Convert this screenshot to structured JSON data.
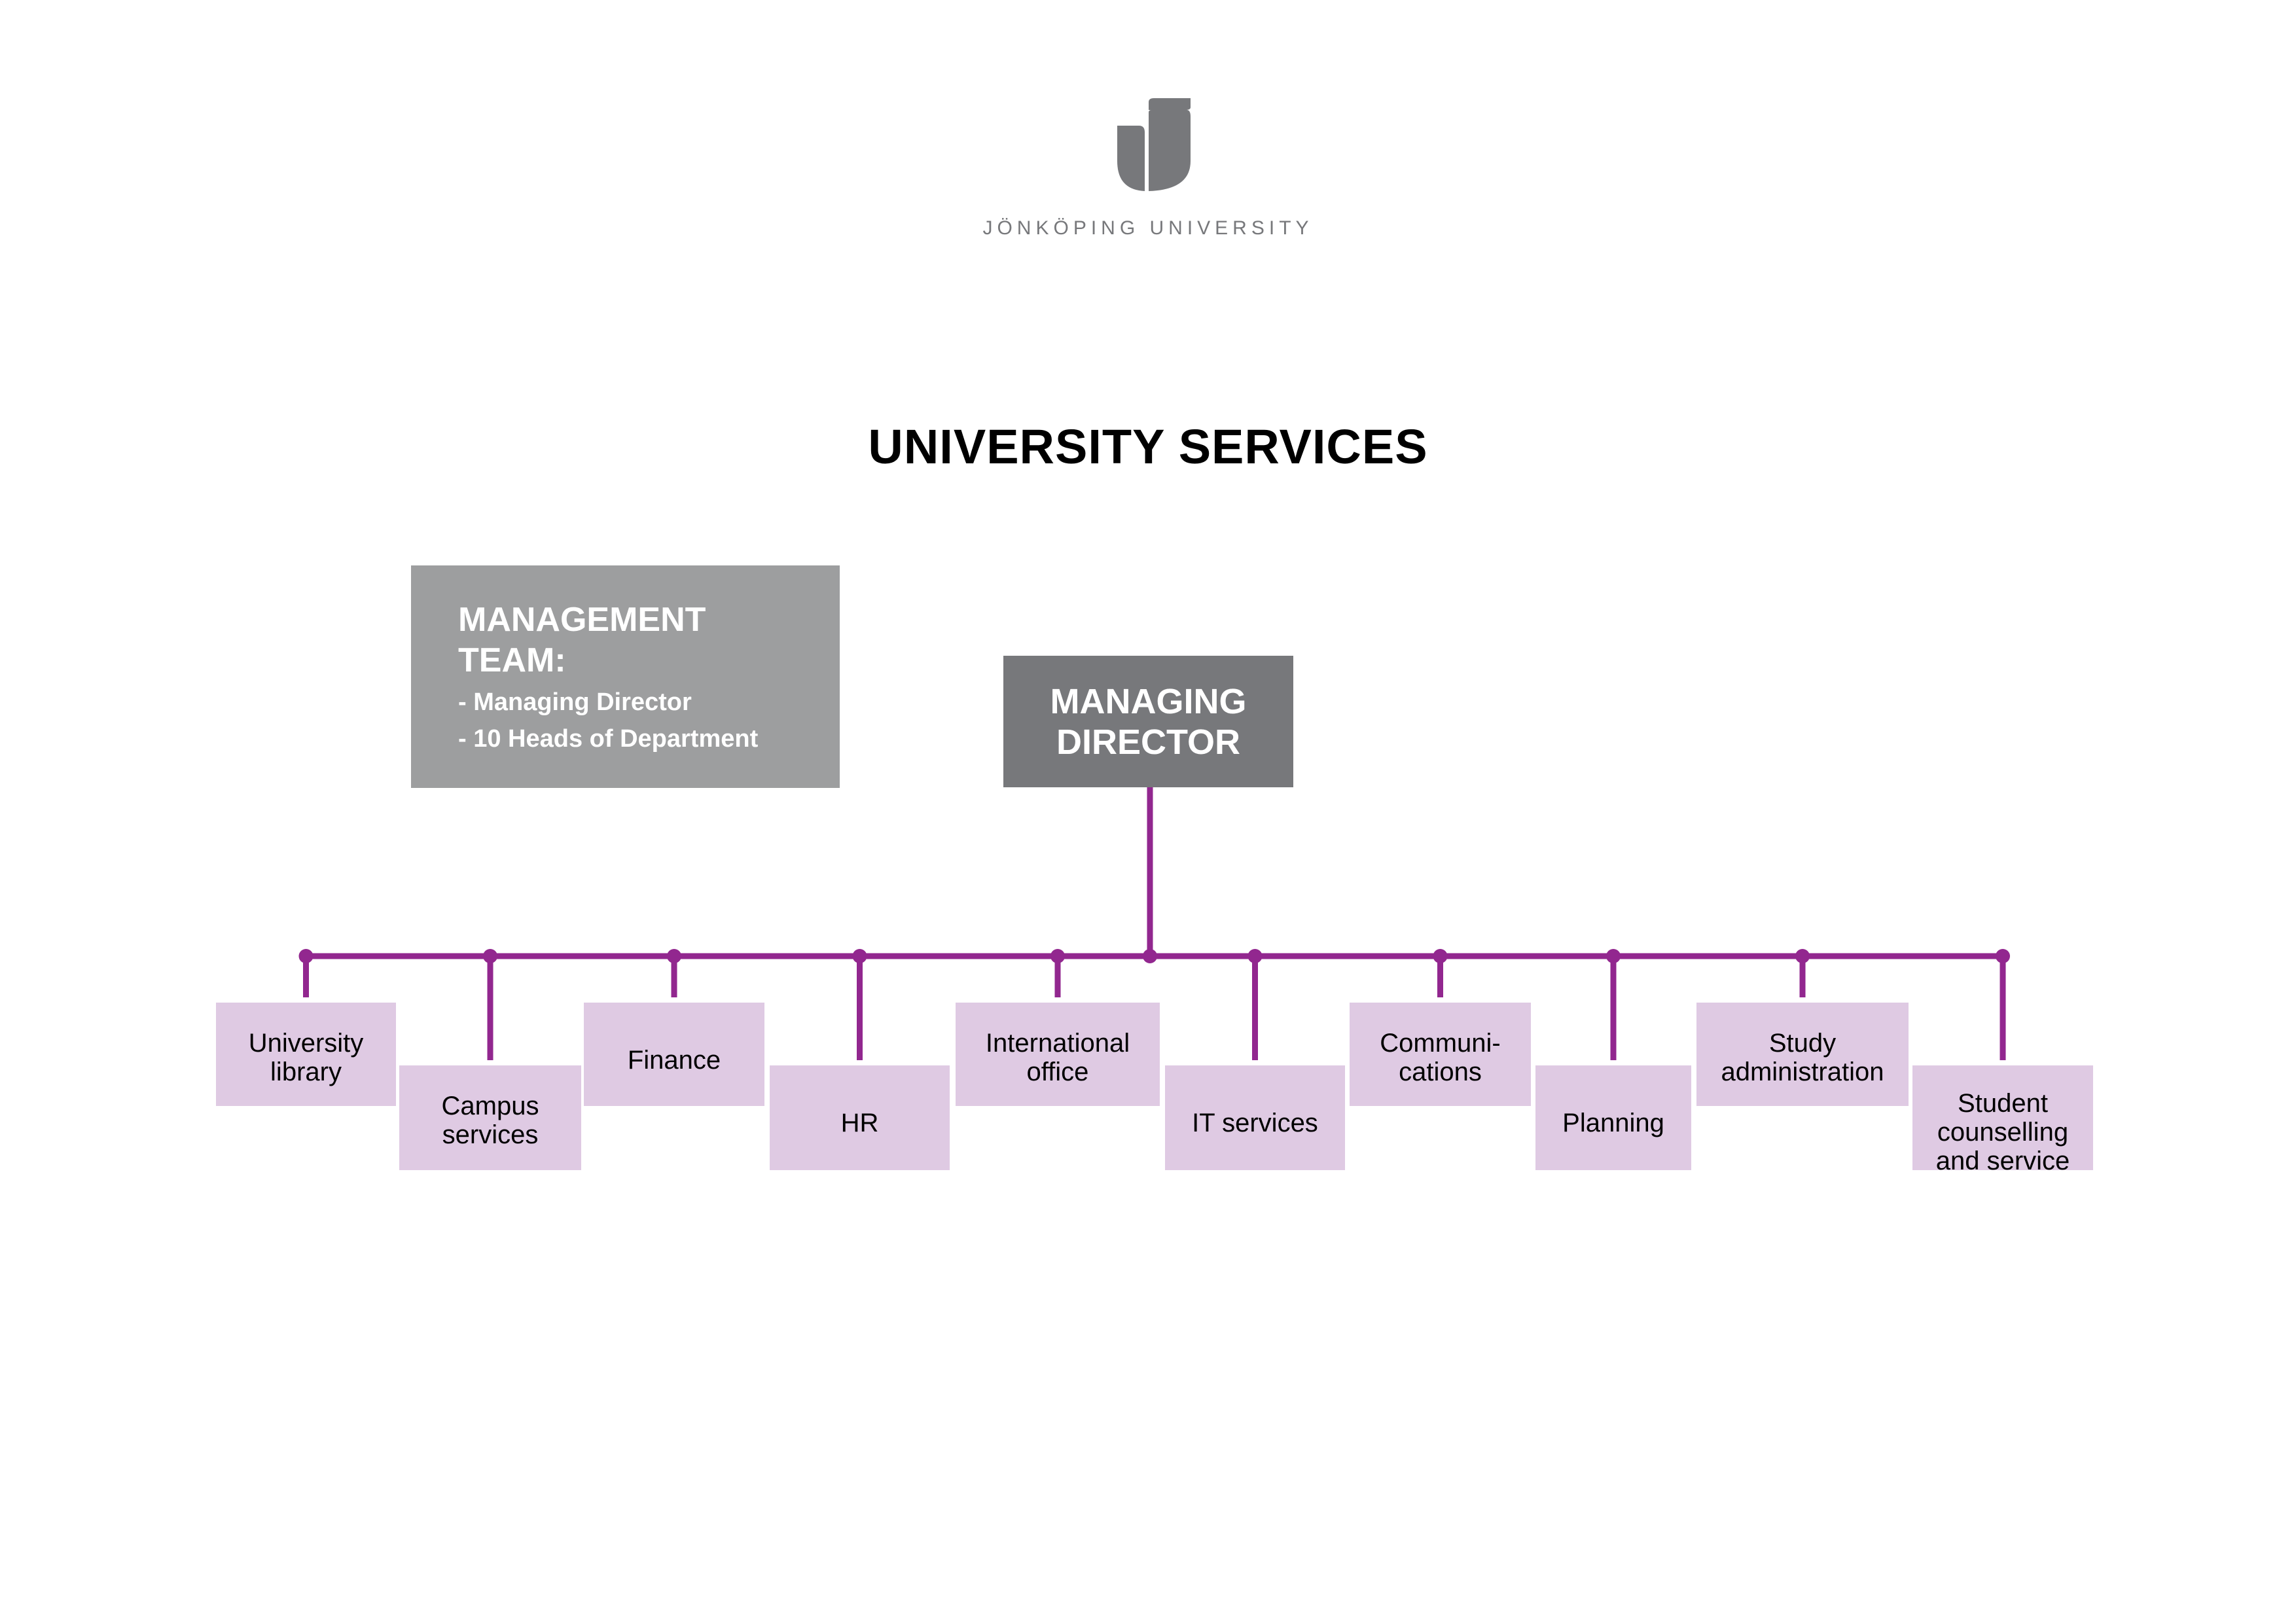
{
  "logo": {
    "icon": "jonkoping-university-j-mark-icon",
    "text": "JÖNKÖPING UNIVERSITY"
  },
  "title": "UNIVERSITY SERVICES",
  "management_team": {
    "title": "MANAGEMENT TEAM:",
    "items": [
      "- Managing Director",
      "- 10 Heads of Department"
    ]
  },
  "managing_director": {
    "label": "MANAGING\nDIRECTOR"
  },
  "departments": [
    {
      "label": "University\nlibrary",
      "row": "upper"
    },
    {
      "label": "Campus\nservices",
      "row": "lower"
    },
    {
      "label": "Finance",
      "row": "upper"
    },
    {
      "label": "HR",
      "row": "lower"
    },
    {
      "label": "International\noffice",
      "row": "upper"
    },
    {
      "label": "IT services",
      "row": "lower"
    },
    {
      "label": "Communi-\ncations",
      "row": "upper"
    },
    {
      "label": "Planning",
      "row": "lower"
    },
    {
      "label": "Study\nadministration",
      "row": "upper"
    },
    {
      "label": "Student\ncounselling\nand service",
      "row": "lower"
    }
  ],
  "colors": {
    "connector": "#92278f",
    "department_fill": "#dfcae3",
    "director_fill": "#77787b",
    "management_fill": "#9d9e9f",
    "logo_gray": "#77787b"
  }
}
